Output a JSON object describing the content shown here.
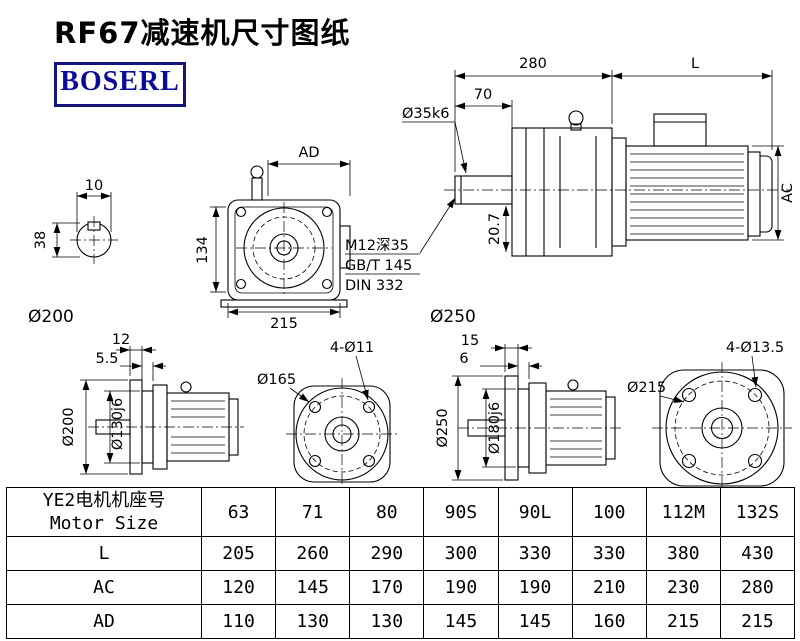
{
  "page": {
    "title": "RF67减速机尺寸图纸",
    "logo": "BOSERL"
  },
  "drawings": {
    "shaft_section": {
      "dim_width": "10",
      "dim_height": "38",
      "caption": "Ø200"
    },
    "front_view": {
      "dim_top": "AD",
      "dim_side": "134",
      "dim_bottom": "215"
    },
    "side_view": {
      "dim_gear_length": "280",
      "dim_motor_length": "L",
      "dim_shaft_length": "70",
      "shaft_label": "Ø35k6",
      "dim_key": "20.7",
      "dim_height": "AC",
      "note1": "M12深35",
      "note2": "GB/T 145",
      "note3": "DIN 332",
      "caption": "Ø250"
    },
    "flange_side_small": {
      "dim_flange_thickness": "12",
      "dim_spigot_depth": "5.5",
      "dim_flange_dia": "Ø200",
      "dim_spigot_dia": "Ø130j6"
    },
    "flange_face_small": {
      "holes_label": "4-Ø11",
      "dia_label": "Ø165"
    },
    "flange_side_large": {
      "dim_flange_thickness": "15",
      "dim_spigot_depth": "6",
      "dim_flange_dia": "Ø250",
      "dim_spigot_dia": "Ø180j6"
    },
    "flange_face_large": {
      "holes_label": "4-Ø13.5",
      "dia_label": "Ø215"
    }
  },
  "table": {
    "header": {
      "title_cn": "YE2电机机座号",
      "title_en": "Motor Size",
      "columns": [
        "63",
        "71",
        "80",
        "90S",
        "90L",
        "100",
        "112M",
        "132S"
      ]
    },
    "rows": [
      {
        "label": "L",
        "values": [
          "205",
          "260",
          "290",
          "300",
          "330",
          "330",
          "380",
          "430"
        ]
      },
      {
        "label": "AC",
        "values": [
          "120",
          "145",
          "170",
          "190",
          "190",
          "210",
          "230",
          "280"
        ]
      },
      {
        "label": "AD",
        "values": [
          "110",
          "130",
          "130",
          "145",
          "145",
          "160",
          "215",
          "215"
        ]
      }
    ]
  }
}
